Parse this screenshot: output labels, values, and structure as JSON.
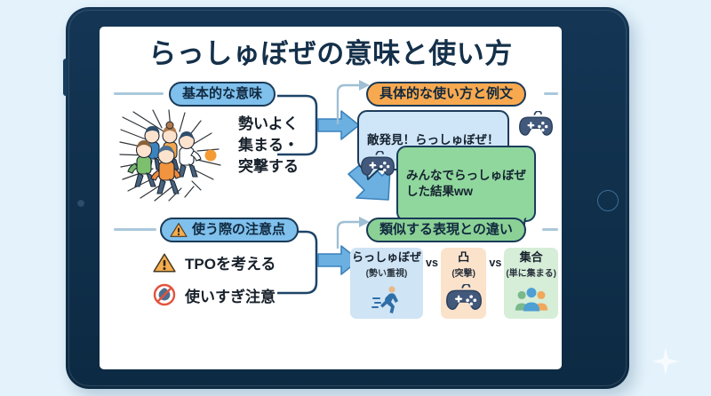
{
  "title": "らっしゅぼぜの意味と使い方",
  "quadrants": {
    "basic_meaning": {
      "header": "基本的な意味",
      "body": "勢いよく\n集まる・\n突撃する",
      "illustration": "running-crowd-illustration"
    },
    "usage_examples": {
      "header": "具体的な使い方と例文",
      "bubbles": [
        {
          "text": "敵発見！らっしゅぼぜ！",
          "color": "#cfe6f8"
        },
        {
          "text": "みんなでらっしゅぼぜ\nした結果ww",
          "color": "#90d79e"
        }
      ],
      "icons": [
        "gamepad-icon",
        "gamepad-icon"
      ]
    },
    "cautions": {
      "header": "使う際の注意点",
      "header_icon": "warning-triangle-icon",
      "items": [
        {
          "icon": "warning-triangle-icon",
          "label": "TPOを考える"
        },
        {
          "icon": "no-person-prohibited-icon",
          "label": "使いすぎ注意"
        }
      ]
    },
    "comparison": {
      "header": "類似する表現との違い",
      "separator": "vs",
      "cards": [
        {
          "main": "らっしゅぼぜ",
          "sub": "(勢い重視)",
          "icon": "running-person-icon",
          "color": "#cfe4f5"
        },
        {
          "main": "凸",
          "sub": "(突撃)",
          "icon": "gamepad-icon",
          "color": "#fbe2cb"
        },
        {
          "main": "集合",
          "sub": "(単に集まる)",
          "icon": "group-people-icon",
          "color": "#d6edd8"
        }
      ]
    }
  },
  "colors": {
    "background": "#e3f2fb",
    "tablet_body": "#10304c",
    "screen": "#ffffff",
    "title_text": "#14304a",
    "title_underline": "#bcdcf0",
    "pill_blue": "#7fc0ec",
    "pill_orange": "#f8a94f",
    "pill_green": "#8bd196",
    "arrow_blue": "#4f9bd4",
    "bracket": "#1e4468",
    "accent_orange": "#f5a142"
  },
  "device": {
    "type": "tablet",
    "controls": [
      "volume-button",
      "home-button",
      "front-camera"
    ]
  }
}
